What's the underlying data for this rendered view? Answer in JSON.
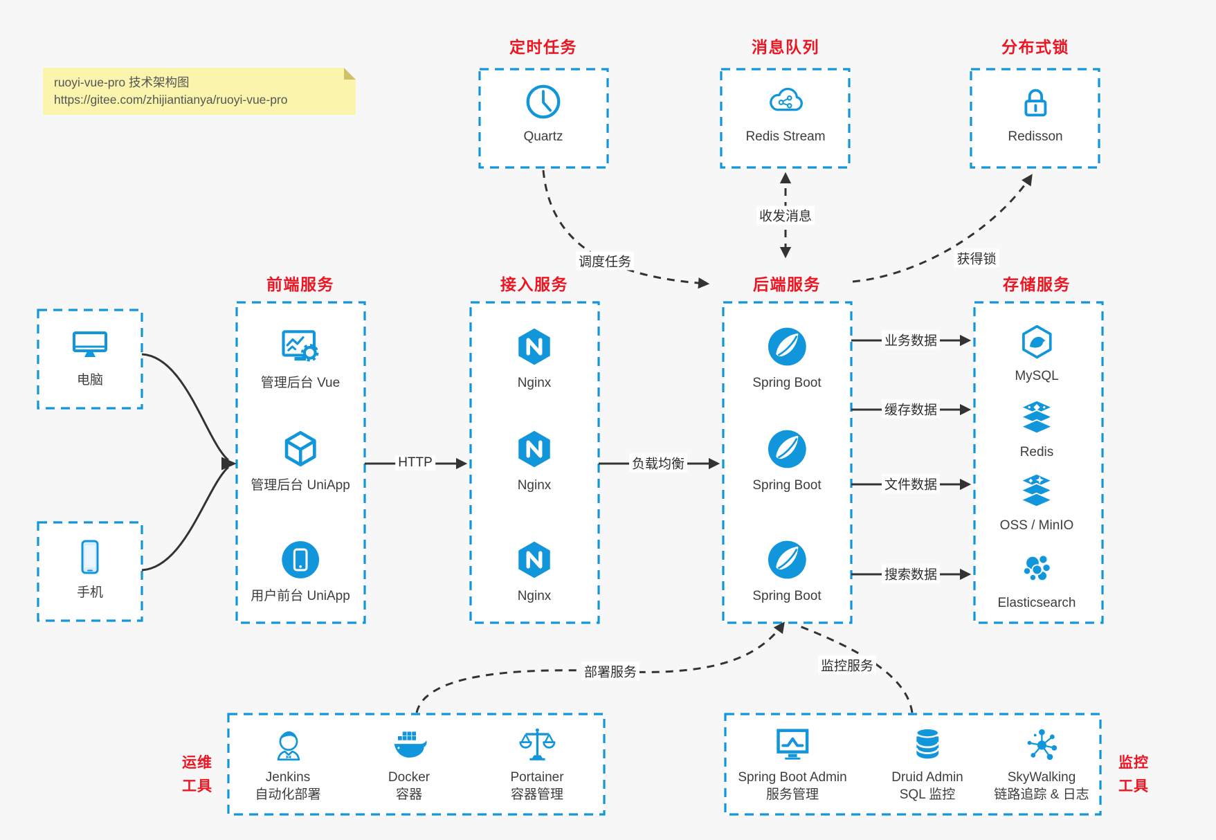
{
  "note": {
    "line1": "ruoyi-vue-pro 技术架构图",
    "line2": "https://gitee.com/zhijiantianya/ruoyi-vue-pro"
  },
  "colors": {
    "blue": "#1296db",
    "red": "#ee1420",
    "arrow": "#333333",
    "background": "#f7f7f8",
    "note_background": "#fbf4ad"
  },
  "top_groups": [
    {
      "title": "定时任务",
      "item": {
        "icon": "clock-icon",
        "label": "Quartz"
      }
    },
    {
      "title": "消息队列",
      "item": {
        "icon": "cloud-stream-icon",
        "label": "Redis Stream"
      }
    },
    {
      "title": "分布式锁",
      "item": {
        "icon": "lock-icon",
        "label": "Redisson"
      }
    }
  ],
  "clients": [
    {
      "icon": "desktop-icon",
      "label": "电脑"
    },
    {
      "icon": "phone-icon",
      "label": "手机"
    }
  ],
  "columns": [
    {
      "title": "前端服务",
      "items": [
        {
          "icon": "admin-vue-icon",
          "label": "管理后台 Vue"
        },
        {
          "icon": "uniapp-cube-icon",
          "label": "管理后台 UniApp"
        },
        {
          "icon": "mobile-app-icon",
          "label": "用户前台 UniApp"
        }
      ]
    },
    {
      "title": "接入服务",
      "items": [
        {
          "icon": "nginx-icon",
          "label": "Nginx"
        },
        {
          "icon": "nginx-icon",
          "label": "Nginx"
        },
        {
          "icon": "nginx-icon",
          "label": "Nginx"
        }
      ]
    },
    {
      "title": "后端服务",
      "items": [
        {
          "icon": "spring-boot-icon",
          "label": "Spring Boot"
        },
        {
          "icon": "spring-boot-icon",
          "label": "Spring Boot"
        },
        {
          "icon": "spring-boot-icon",
          "label": "Spring Boot"
        }
      ]
    },
    {
      "title": "存储服务",
      "items": [
        {
          "icon": "mysql-icon",
          "label": "MySQL"
        },
        {
          "icon": "redis-icon",
          "label": "Redis"
        },
        {
          "icon": "oss-icon",
          "label": "OSS / MinIO"
        },
        {
          "icon": "elasticsearch-icon",
          "label": "Elasticsearch"
        }
      ]
    }
  ],
  "bottom_groups": [
    {
      "side": [
        "运维",
        "工具"
      ],
      "items": [
        {
          "icon": "jenkins-icon",
          "name": "Jenkins",
          "desc": "自动化部署"
        },
        {
          "icon": "docker-icon",
          "name": "Docker",
          "desc": "容器"
        },
        {
          "icon": "portainer-icon",
          "name": "Portainer",
          "desc": "容器管理"
        }
      ]
    },
    {
      "side": [
        "监控",
        "工具"
      ],
      "items": [
        {
          "icon": "spring-boot-admin-icon",
          "name": "Spring Boot Admin",
          "desc": "服务管理"
        },
        {
          "icon": "druid-icon",
          "name": "Druid Admin",
          "desc": "SQL 监控"
        },
        {
          "icon": "skywalking-icon",
          "name": "SkyWalking",
          "desc": "链路追踪 & 日志"
        }
      ]
    }
  ],
  "edges": {
    "http": "HTTP",
    "load_balance": "负载均衡",
    "schedule": "调度任务",
    "message": "收发消息",
    "lock": "获得锁",
    "data_business": "业务数据",
    "data_cache": "缓存数据",
    "data_file": "文件数据",
    "data_search": "搜索数据",
    "deploy": "部署服务",
    "monitor": "监控服务"
  }
}
